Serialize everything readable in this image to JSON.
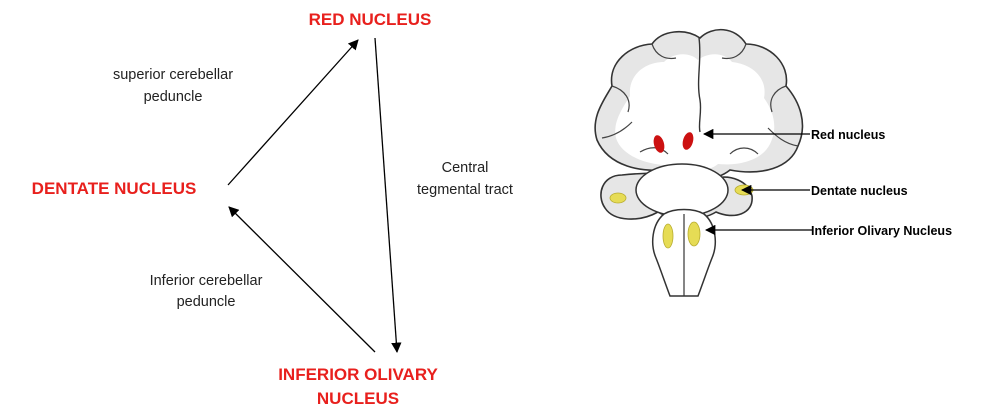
{
  "colors": {
    "node_text": "#e8201d",
    "arrow": "#000000",
    "brain_fill": "#ffffff",
    "brain_gray": "#e6e6e6",
    "red_nucleus": "#cc1111",
    "yellow_nuclei": "#e6dc55"
  },
  "triangle": {
    "nodes": {
      "red_nucleus": "RED NUCLEUS",
      "dentate_nucleus": "DENTATE NUCLEUS",
      "inferior_olivary_line1": "INFERIOR OLIVARY",
      "inferior_olivary_line2": "NUCLEUS"
    },
    "edges": {
      "superior_line1": "superior cerebellar",
      "superior_line2": "peduncle",
      "central_line1": "Central",
      "central_line2": "tegmental tract",
      "inferior_line1": "Inferior cerebellar",
      "inferior_line2": "peduncle"
    }
  },
  "brain_figure": {
    "labels": {
      "red": "Red nucleus",
      "dentate": "Dentate nucleus",
      "olivary": "Inferior Olivary Nucleus"
    }
  }
}
